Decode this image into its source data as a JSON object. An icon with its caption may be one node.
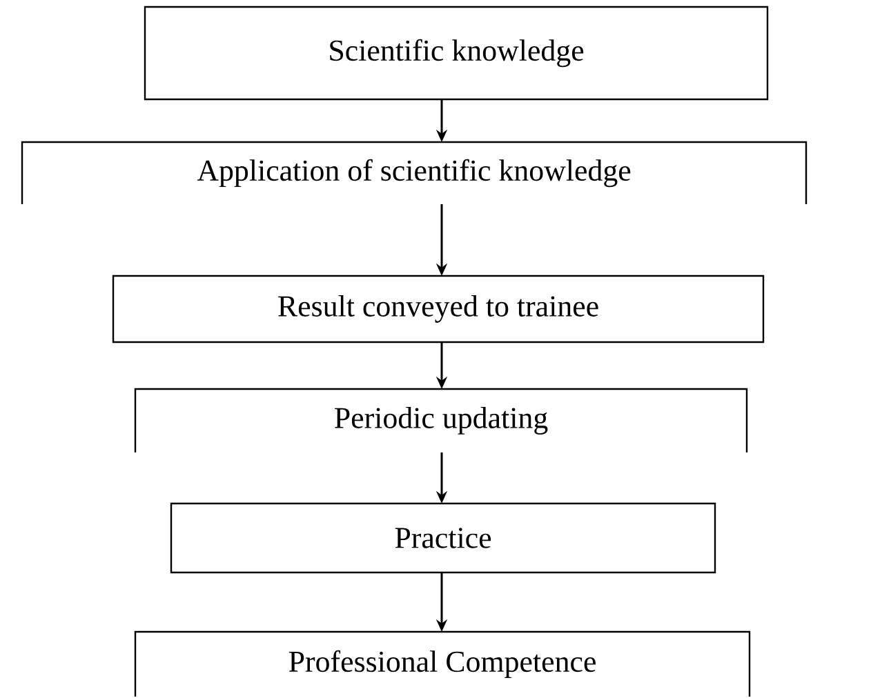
{
  "diagram": {
    "nodes": [
      {
        "text": [
          "Scientific knowledge"
        ]
      },
      {
        "text": [
          "Application of scientific knowledge"
        ]
      },
      {
        "text": [
          "Result conveyed to trainee"
        ]
      },
      {
        "text": [
          "Periodic updating"
        ]
      },
      {
        "text": [
          "Practice"
        ]
      },
      {
        "text": [
          "Professional Competence"
        ]
      }
    ],
    "edges": [
      {
        "from": 0,
        "to": 1,
        "arrow": "to"
      },
      {
        "from": 1,
        "to": 2,
        "arrow": "to"
      },
      {
        "from": 2,
        "to": 3,
        "arrow": "to"
      },
      {
        "from": 3,
        "to": 4,
        "arrow": "to"
      },
      {
        "from": 4,
        "to": 5,
        "arrow": "to"
      }
    ]
  }
}
